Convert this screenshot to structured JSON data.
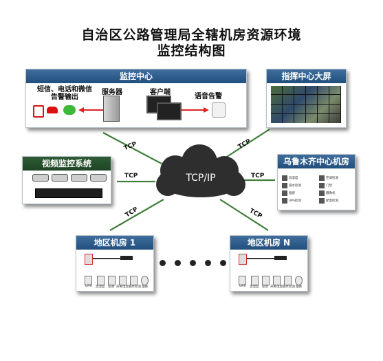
{
  "title": {
    "line1": "自治区公路管理局全辖机房资源环境",
    "line2": "监控结构图"
  },
  "center": {
    "label": "TCP/IP"
  },
  "monitor_center": {
    "header": "监控中心",
    "alert_label": "短信、电话和微信\n告警输出",
    "server_label": "服务器",
    "client_label": "客户端",
    "voice_label": "语音告警"
  },
  "command_screen": {
    "header": "指挥中心大屏"
  },
  "video_system": {
    "header": "视频监控系统"
  },
  "urumqi_room": {
    "header": "乌鲁木齐中心机房",
    "items": [
      "温湿度",
      "漏水检测",
      "烟感",
      "UPS检测",
      "空调检测",
      "门禁",
      "摄像机",
      "配电检测"
    ]
  },
  "region_room_1": {
    "header": "地区机房 1"
  },
  "region_room_n": {
    "header": "地区机房 N"
  },
  "region_items": [
    "UPS",
    "温湿度",
    "空调",
    "开关电源",
    "漏水检测",
    "烟感"
  ],
  "links": {
    "monitor": "TCP",
    "screen": "TCP",
    "video": "TCP",
    "urumqi": "TCP",
    "region1": "TCP",
    "regionN": "TCP"
  },
  "colors": {
    "header": "#2a5a8a",
    "link": "#3f7f3a",
    "cloud": "#2f2f2f"
  }
}
